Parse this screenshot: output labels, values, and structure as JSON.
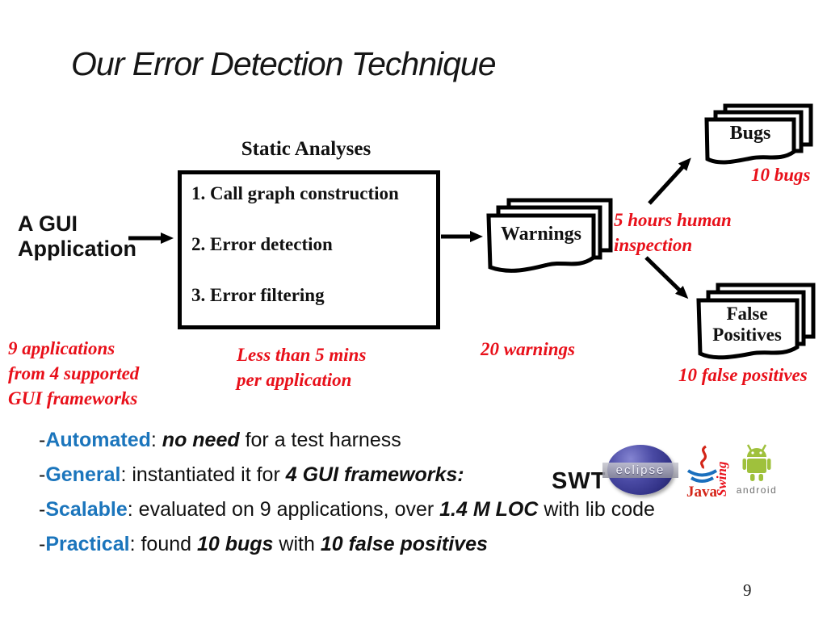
{
  "title": "Our Error Detection Technique",
  "page_number": "9",
  "colors": {
    "accent_blue": "#1b75bc",
    "annotation_red": "#e8101a",
    "android_green": "#9fc13c",
    "java_blue": "#1a6fbd"
  },
  "diagram": {
    "input_label": "A GUI\nApplication",
    "static_analyses_title": "Static Analyses",
    "steps": [
      "1. Call graph construction",
      "2. Error detection",
      "3. Error filtering"
    ],
    "warnings_label": "Warnings",
    "bugs_label": "Bugs",
    "false_positives_label": "False\nPositives",
    "notes": {
      "applications": "9 applications\nfrom 4 supported\nGUI frameworks",
      "time": "Less than 5 mins\nper application",
      "warnings_count": "20 warnings",
      "inspection": "5 hours human\ninspection",
      "bugs_count": "10 bugs",
      "false_positives_count": "10 false positives"
    }
  },
  "bullets": [
    {
      "dash": "-",
      "term": "Automated",
      "pre": ": ",
      "bold1": "no need",
      "mid": " for a test harness",
      "bold2": ""
    },
    {
      "dash": "-",
      "term": "General",
      "pre": ": instantiated it for ",
      "bold1": "4 GUI frameworks:",
      "mid": "",
      "bold2": ""
    },
    {
      "dash": "-",
      "term": "Scalable",
      "pre": ": evaluated on 9 applications, over ",
      "bold1": "1.4 M LOC",
      "mid": " with lib code",
      "bold2": ""
    },
    {
      "dash": "-",
      "term": "Practical",
      "pre": ": found ",
      "bold1": "10 bugs",
      "mid": " with ",
      "bold2": "10 false positives"
    }
  ],
  "logos": {
    "swt": "SWT",
    "eclipse": "eclipse",
    "java": "Java",
    "swing": "Swing",
    "android": "android"
  }
}
